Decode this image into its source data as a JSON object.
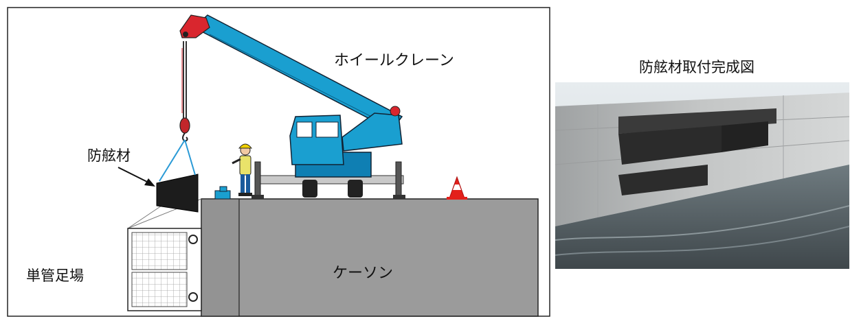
{
  "labels": {
    "crane": "ホイールクレーン",
    "fender": "防舷材",
    "scaffold": "単管足場",
    "caisson": "ケーソン",
    "photo_title": "防舷材取付完成図"
  },
  "colors": {
    "crane_body": "#1a9fd0",
    "crane_dark": "#0a5f86",
    "crane_boom_tip": "#d9262e",
    "caisson_fill": "#9a9a9a",
    "fender": "#1c1c1c",
    "sling": "#2a9ad6",
    "cone": "#e3201b",
    "outline": "#222222"
  },
  "icons": {
    "worker": "worker-figure-icon",
    "cone": "traffic-cone-icon",
    "hook": "crane-hook-icon"
  }
}
